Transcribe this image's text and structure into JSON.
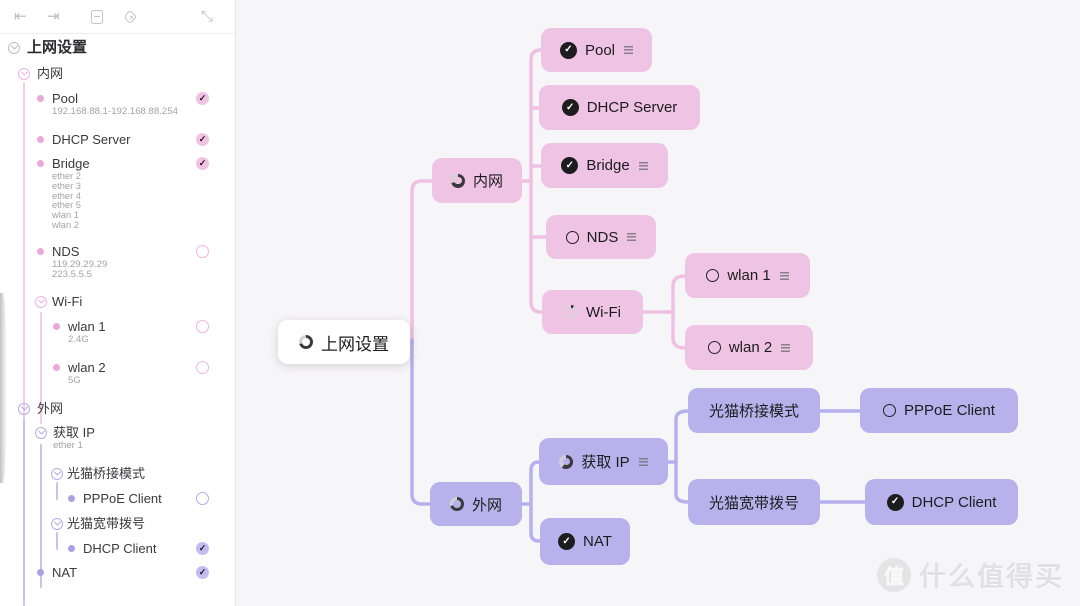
{
  "icons": {
    "check": "✓",
    "undo": "⇤",
    "redo": "⇥",
    "expand": "⤡"
  },
  "colors": {
    "canvas_bg": "#f6f5f7",
    "sidebar_bg": "#ffffff",
    "pink_node": "#efc3e4",
    "purple_node": "#b9b1ec",
    "pink_line": "#efc0e2",
    "purple_line": "#b8b0ec",
    "check_circle": "#1d1d1f"
  },
  "sidebar": {
    "rows": [
      {
        "label": "上网设置",
        "level": 0,
        "status": "progress-dark"
      },
      {
        "label": "内网",
        "level": 1,
        "status": "progress-pink"
      },
      {
        "label": "Pool",
        "level": 2,
        "status": "checked",
        "subs": [
          "192.168.88.1-192.168.88.254"
        ]
      },
      {
        "label": "DHCP Server",
        "level": 2,
        "status": "checked"
      },
      {
        "label": "Bridge",
        "level": 2,
        "status": "checked",
        "subs": [
          "ether 2",
          "ether 3",
          "ether 4",
          "ether 5",
          "wlan 1",
          "wlan 2"
        ]
      },
      {
        "label": "NDS",
        "level": 2,
        "status": "unchecked",
        "subs": [
          "119.29.29.29",
          "223.5.5.5"
        ]
      },
      {
        "label": "Wi-Fi",
        "level": 2,
        "status": "progress-low"
      },
      {
        "label": "wlan 1",
        "level": 3,
        "status": "unchecked",
        "subs": [
          "2.4G"
        ]
      },
      {
        "label": "wlan 2",
        "level": 3,
        "status": "unchecked",
        "subs": [
          "5G"
        ]
      },
      {
        "label": "外网",
        "level": 1,
        "status": "progress-purple"
      },
      {
        "label": "获取 IP",
        "level": 2,
        "status": "progress-purple",
        "subs": [
          "ether 1"
        ]
      },
      {
        "label": "光猫桥接模式",
        "level": 3,
        "status": "none"
      },
      {
        "label": "PPPoE Client",
        "level": 4,
        "status": "unchecked"
      },
      {
        "label": "光猫宽带拨号",
        "level": 3,
        "status": "none"
      },
      {
        "label": "DHCP Client",
        "level": 4,
        "status": "checked"
      },
      {
        "label": "NAT",
        "level": 2,
        "status": "checked"
      }
    ]
  },
  "mindmap": {
    "root": {
      "label": "上网设置",
      "status": "progress"
    },
    "neiwang": {
      "label": "内网",
      "status": "progress"
    },
    "pool": {
      "label": "Pool",
      "status": "checked",
      "has_note": true
    },
    "dhcp_server": {
      "label": "DHCP Server",
      "status": "checked"
    },
    "bridge": {
      "label": "Bridge",
      "status": "checked",
      "has_note": true
    },
    "nds": {
      "label": "NDS",
      "status": "unchecked",
      "has_note": true
    },
    "wifi": {
      "label": "Wi-Fi",
      "status": "progress-low"
    },
    "wlan1": {
      "label": "wlan 1",
      "status": "unchecked",
      "has_note": true
    },
    "wlan2": {
      "label": "wlan 2",
      "status": "unchecked",
      "has_note": true
    },
    "waiwang": {
      "label": "外网",
      "status": "progress"
    },
    "huoqu_ip": {
      "label": "获取 IP",
      "status": "progress",
      "has_note": true
    },
    "nat": {
      "label": "NAT",
      "status": "checked"
    },
    "qiaojie": {
      "label": "光猫桥接模式",
      "status": "none"
    },
    "kuandai": {
      "label": "光猫宽带拨号",
      "status": "none"
    },
    "pppoe": {
      "label": "PPPoE Client",
      "status": "unchecked"
    },
    "dhcp_client": {
      "label": "DHCP Client",
      "status": "checked"
    }
  },
  "watermark": {
    "logo": "值",
    "text": "什么值得买"
  }
}
